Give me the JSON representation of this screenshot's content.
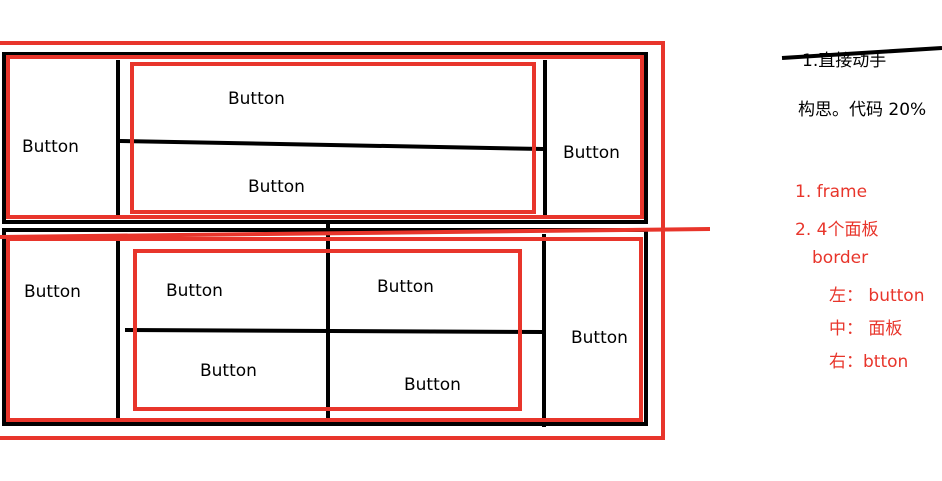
{
  "colors": {
    "red": "#e8352b",
    "black": "#000000"
  },
  "top_panel": {
    "left_button": "Button",
    "center_top_button": "Button",
    "center_bottom_button": "Button",
    "right_button": "Button"
  },
  "bottom_panel": {
    "left_button": "Button",
    "grid_top_left": "Button",
    "grid_top_right": "Button",
    "grid_bottom_left": "Button",
    "grid_bottom_right": "Button",
    "right_button": "Button"
  },
  "notes": {
    "step1": "1.直接动手",
    "idea": "构思。代码 20%",
    "frame": "1. frame",
    "panels": "2. 4个面板",
    "border": "border",
    "left": "左： button",
    "center": "中： 面板",
    "right": "右：btton"
  }
}
